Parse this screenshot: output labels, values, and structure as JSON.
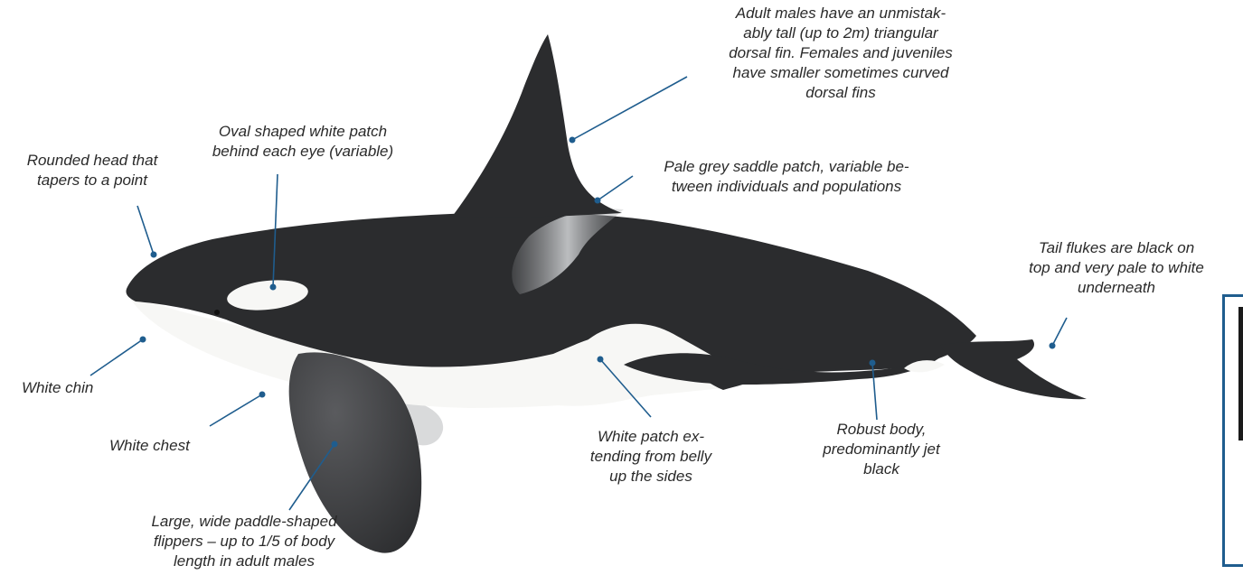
{
  "colors": {
    "leader_line": "#1f5d8e",
    "body_black": "#2b2c2e",
    "patch_white": "#f7f7f5",
    "saddle_grey": "#b9bbbd",
    "label_text": "#2a2a2a"
  },
  "labels": {
    "dorsal_fin": "Adult males have an unmistak-\nably tall (up to 2m) triangular\ndorsal fin. Females and juveniles\nhave smaller sometimes curved\ndorsal fins",
    "eye_patch": "Oval shaped white patch\nbehind each eye (variable)",
    "head": "Rounded head that\ntapers to a point",
    "saddle": "Pale grey saddle patch, variable be-\ntween individuals and populations",
    "tail": "Tail flukes are black on\ntop and very pale to white\nunderneath",
    "chin": "White chin",
    "chest": "White chest",
    "flippers": "Large, wide paddle-shaped\nflippers – up to 1/5 of body\nlength in adult males",
    "belly_patch": "White patch ex-\ntending from belly\nup the sides",
    "body": "Robust body,\npredominantly jet\nblack"
  }
}
